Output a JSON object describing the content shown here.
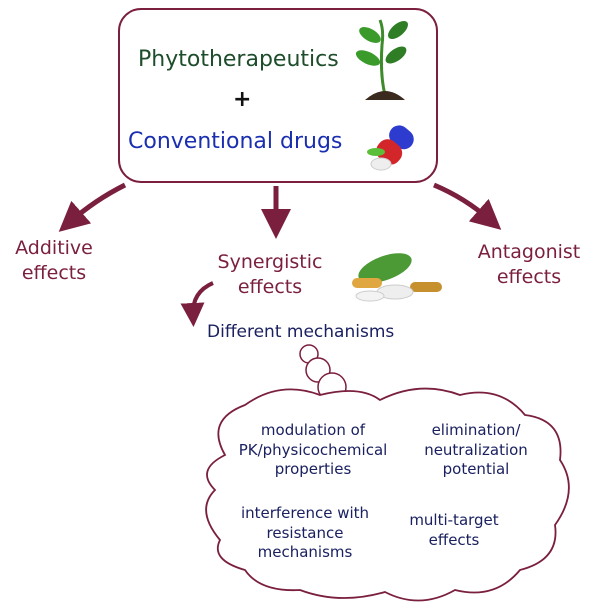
{
  "combination": {
    "herbal": "Phytotherapeutics",
    "plus": "+",
    "drugs": "Conventional drugs"
  },
  "outcomes": {
    "additive": [
      "Additive",
      "effects"
    ],
    "synergistic": [
      "Synergistic",
      "effects"
    ],
    "antagonist": [
      "Antagonist",
      "effects"
    ]
  },
  "mechanisms_title": "Different mechanisms",
  "mechanisms": [
    [
      "modulation of",
      "PK/physicochemical",
      "properties"
    ],
    [
      "elimination/",
      "neutralization",
      "potential"
    ],
    [
      "interference with",
      "resistance",
      "mechanisms"
    ],
    [
      "multi-target",
      "effects"
    ]
  ],
  "colors": {
    "maroon": "#7a1f3d",
    "green": "#1e4d2b",
    "blue": "#1a2fb0",
    "navy": "#1b2160"
  }
}
